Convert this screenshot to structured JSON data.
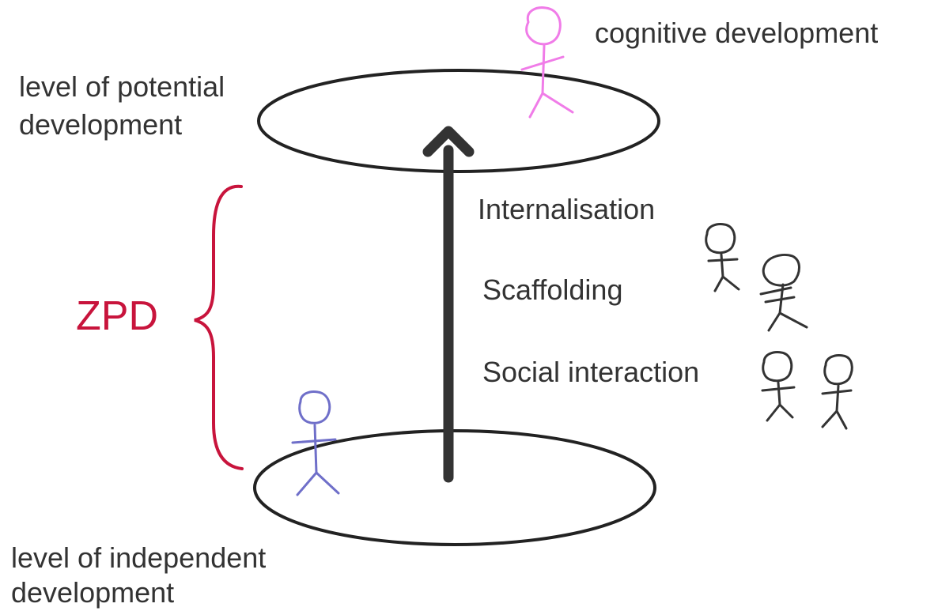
{
  "labels": {
    "cognitive": "cognitive development",
    "potential_line1": "level of potential",
    "potential_line2": "development",
    "internalisation": "Internalisation",
    "scaffolding": "Scaffolding",
    "social": "Social interaction",
    "zpd": "ZPD",
    "independent_line1": "level of independent",
    "independent_line2": "development"
  },
  "colors": {
    "text": "#333333",
    "outline": "#222222",
    "zpd": "#c8143c",
    "cognitive_figure": "#f07ce8",
    "learner_figure": "#6f6fc9",
    "others": "#333333",
    "background": "#ffffff"
  }
}
